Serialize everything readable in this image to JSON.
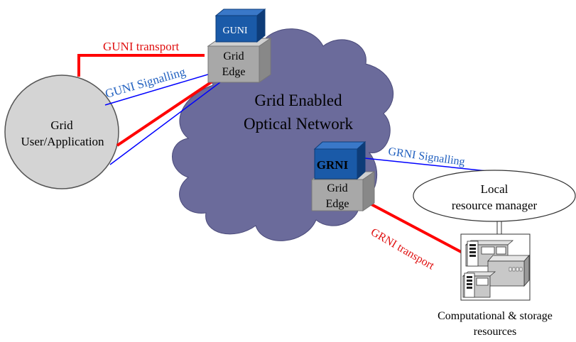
{
  "labels": {
    "guni_transport": "GUNI transport",
    "guni_signalling": "GUNI Signalling",
    "grni_signalling": "GRNI Signalling",
    "grni_transport": "GRNI transport",
    "user_line1": "Grid",
    "user_line2": "User/Application",
    "network_line1": "Grid Enabled",
    "network_line2": "Optical Network",
    "guni_box": "GUNI",
    "grni_box": "GRNI",
    "edge1_line1": "Grid",
    "edge1_line2": "Edge",
    "edge2_line1": "Grid",
    "edge2_line2": "Edge",
    "lrm_line1": "Local",
    "lrm_line2": "resource manager",
    "res_line1": "Computational & storage",
    "res_line2": "resources"
  },
  "colors": {
    "transport": "#ff0000",
    "signalling": "#0000ff",
    "signalling_text": "#1f5fbf",
    "transport_text": "#e01010",
    "cloud": "#6b6b9b",
    "box_blue": "#1a5aa8",
    "box_gray": "#a8a8a8",
    "user_circle": "#d4d4d4"
  }
}
